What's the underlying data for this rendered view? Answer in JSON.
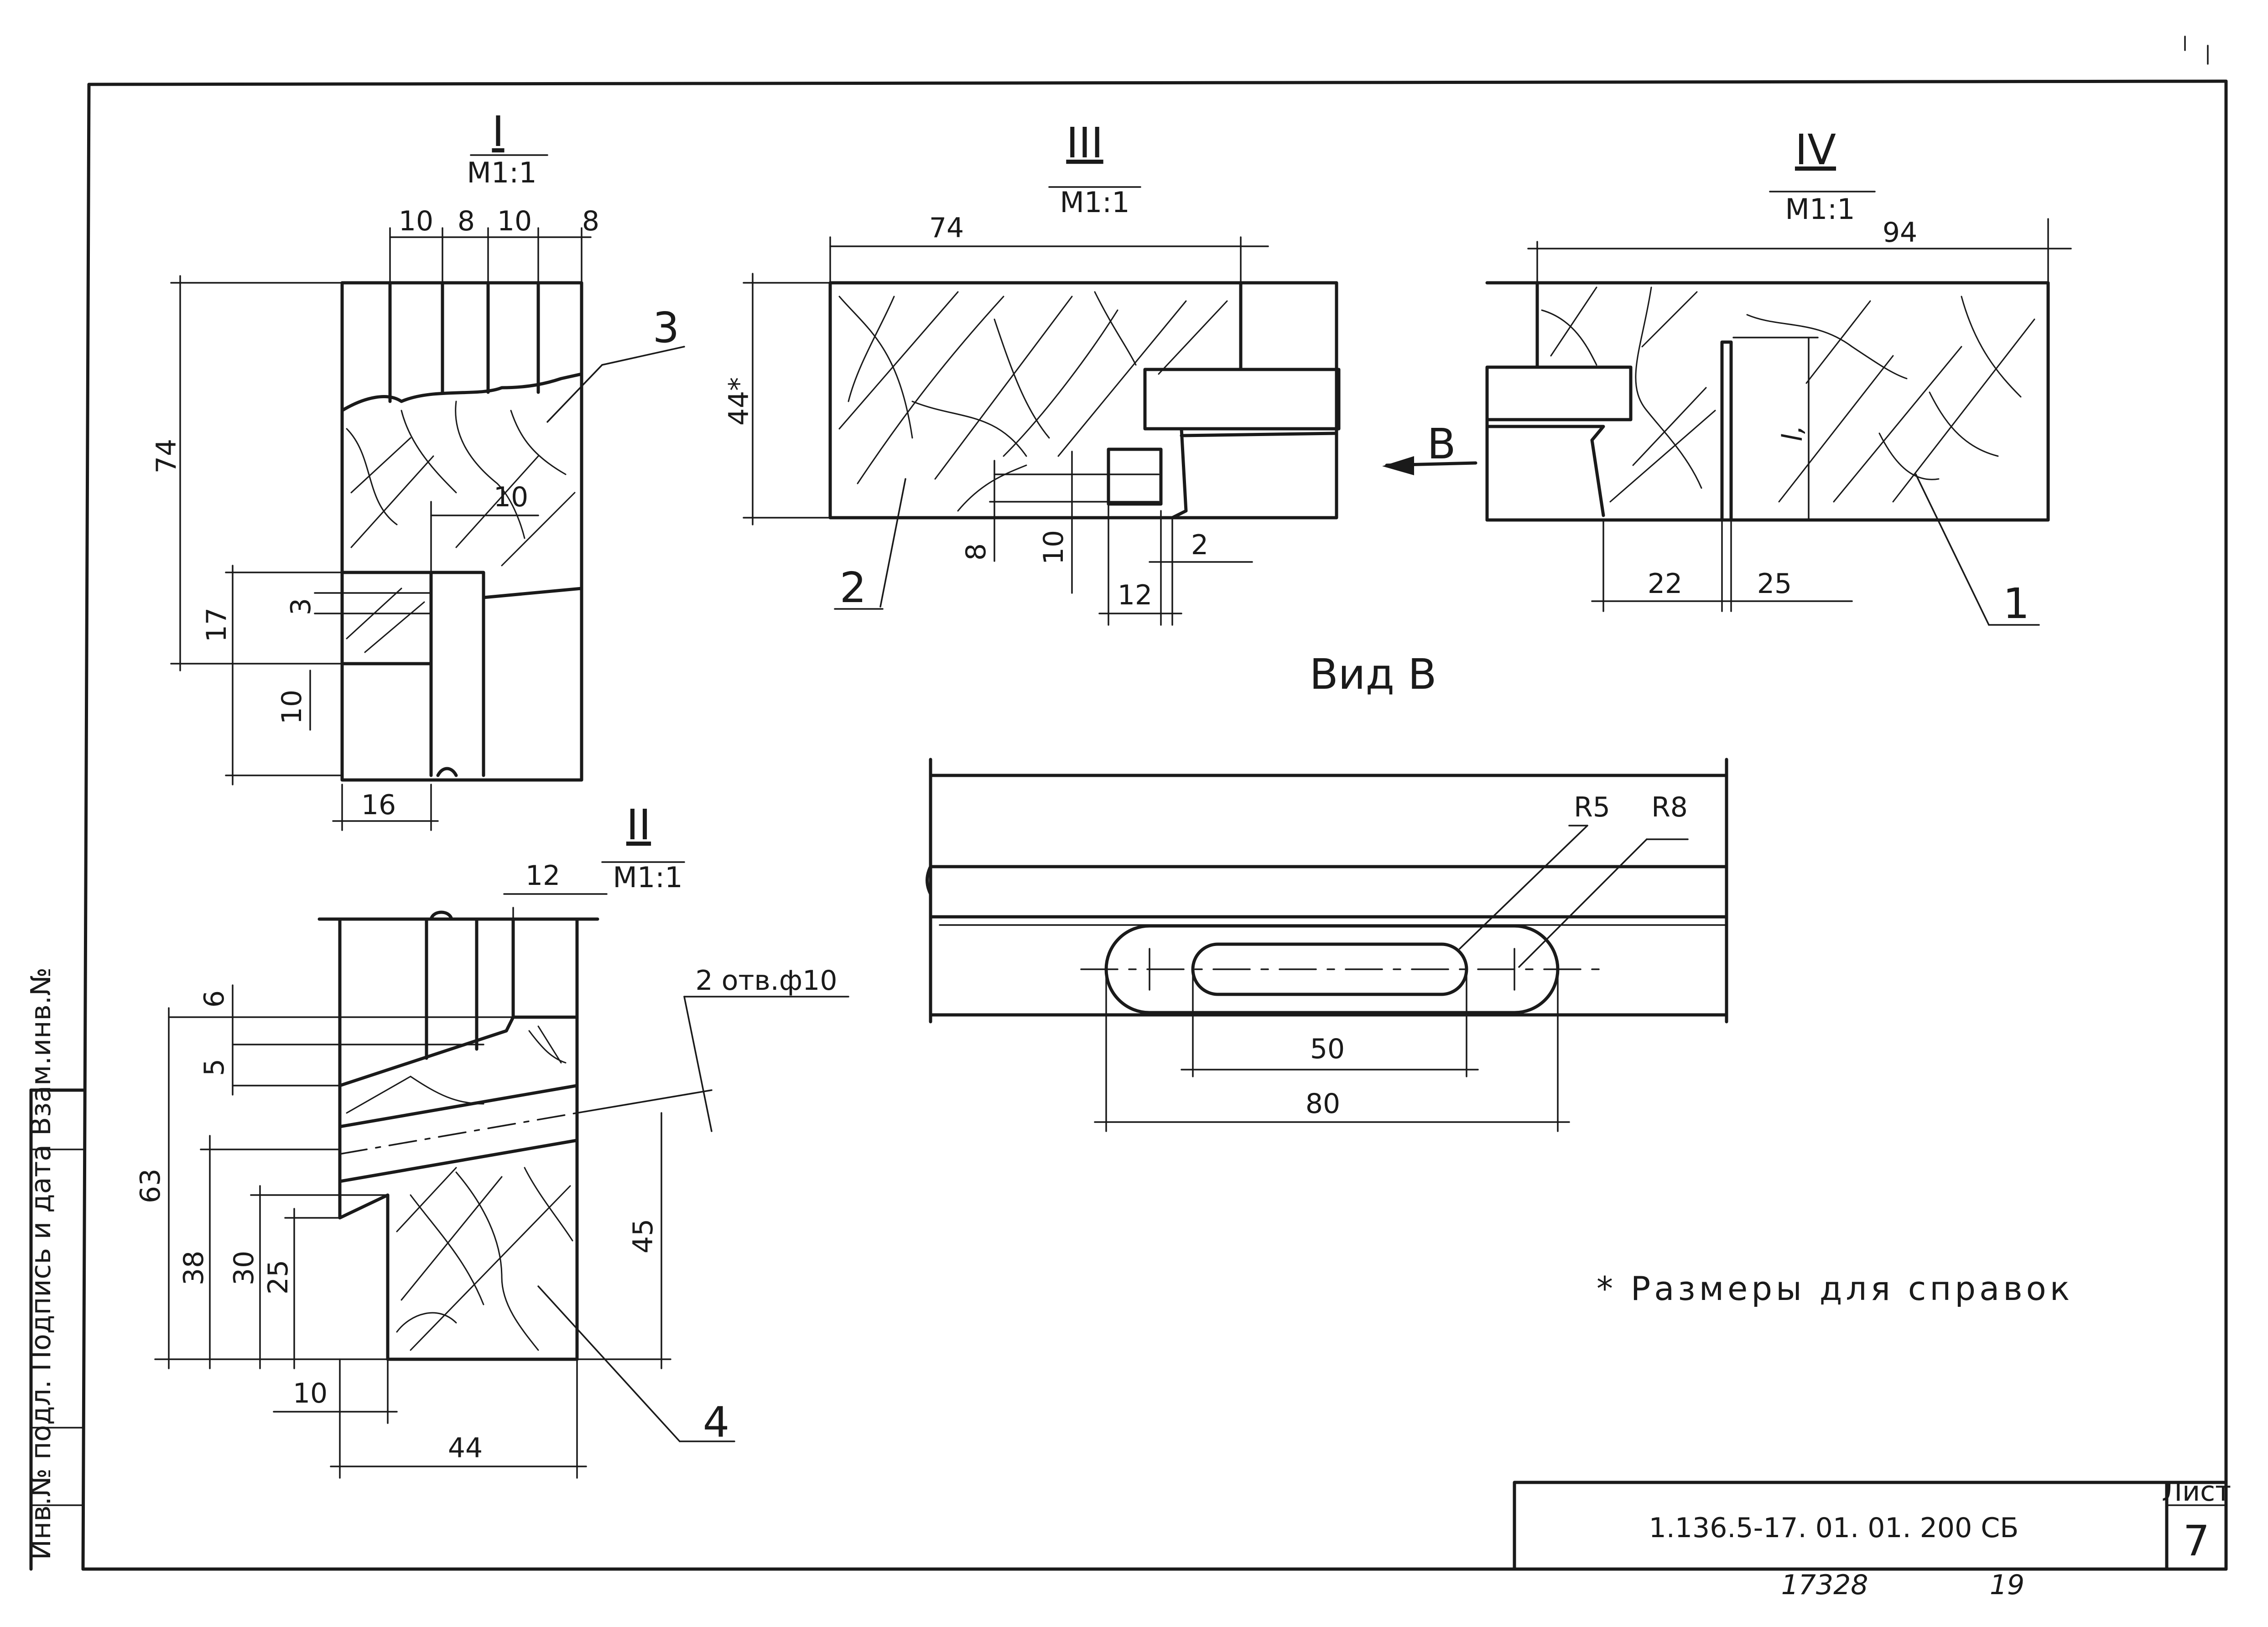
{
  "section_I": {
    "roman": "I",
    "scale": "M1:1",
    "dims": {
      "top_a": "10",
      "top_b": "8",
      "top_c": "10",
      "top_d": "8",
      "height": "74",
      "inner": "10",
      "d17": "17",
      "d3": "3",
      "d10": "10",
      "w16": "16"
    },
    "callout": "3"
  },
  "section_II": {
    "roman": "II",
    "scale": "M1:1",
    "dims": {
      "top": "12",
      "d6": "6",
      "d5": "5",
      "d63": "63",
      "d38": "38",
      "d30": "30",
      "d25": "25",
      "d45": "45",
      "d10": "10",
      "w44": "44"
    },
    "holes_note": "2 отв.ф10",
    "callout": "4"
  },
  "section_III": {
    "roman": "III",
    "scale": "M1:1",
    "dims": {
      "top": "74",
      "height": "44*",
      "d8": "8",
      "d10": "10",
      "d2": "2",
      "d12": "12"
    },
    "callout": "2"
  },
  "section_IV": {
    "roman": "IV",
    "scale": "M1:1",
    "dims": {
      "top": "94",
      "d22": "22",
      "d25": "25",
      "l": "l,"
    },
    "arrow_label": "B",
    "callout": "1"
  },
  "view_B": {
    "title": "Вид В",
    "r5": "R5",
    "r8": "R8",
    "d50": "50",
    "d80": "80"
  },
  "note": "* Размеры для справок",
  "title_block": {
    "code": "1.136.5-17. 01. 01. 200 СБ",
    "sheet_label": "Лист",
    "sheet_no": "7",
    "footer_a": "17328",
    "footer_b": "19"
  },
  "margin_stamp": "Инв.№ подл. Подпись и дата Взам.инв.№"
}
